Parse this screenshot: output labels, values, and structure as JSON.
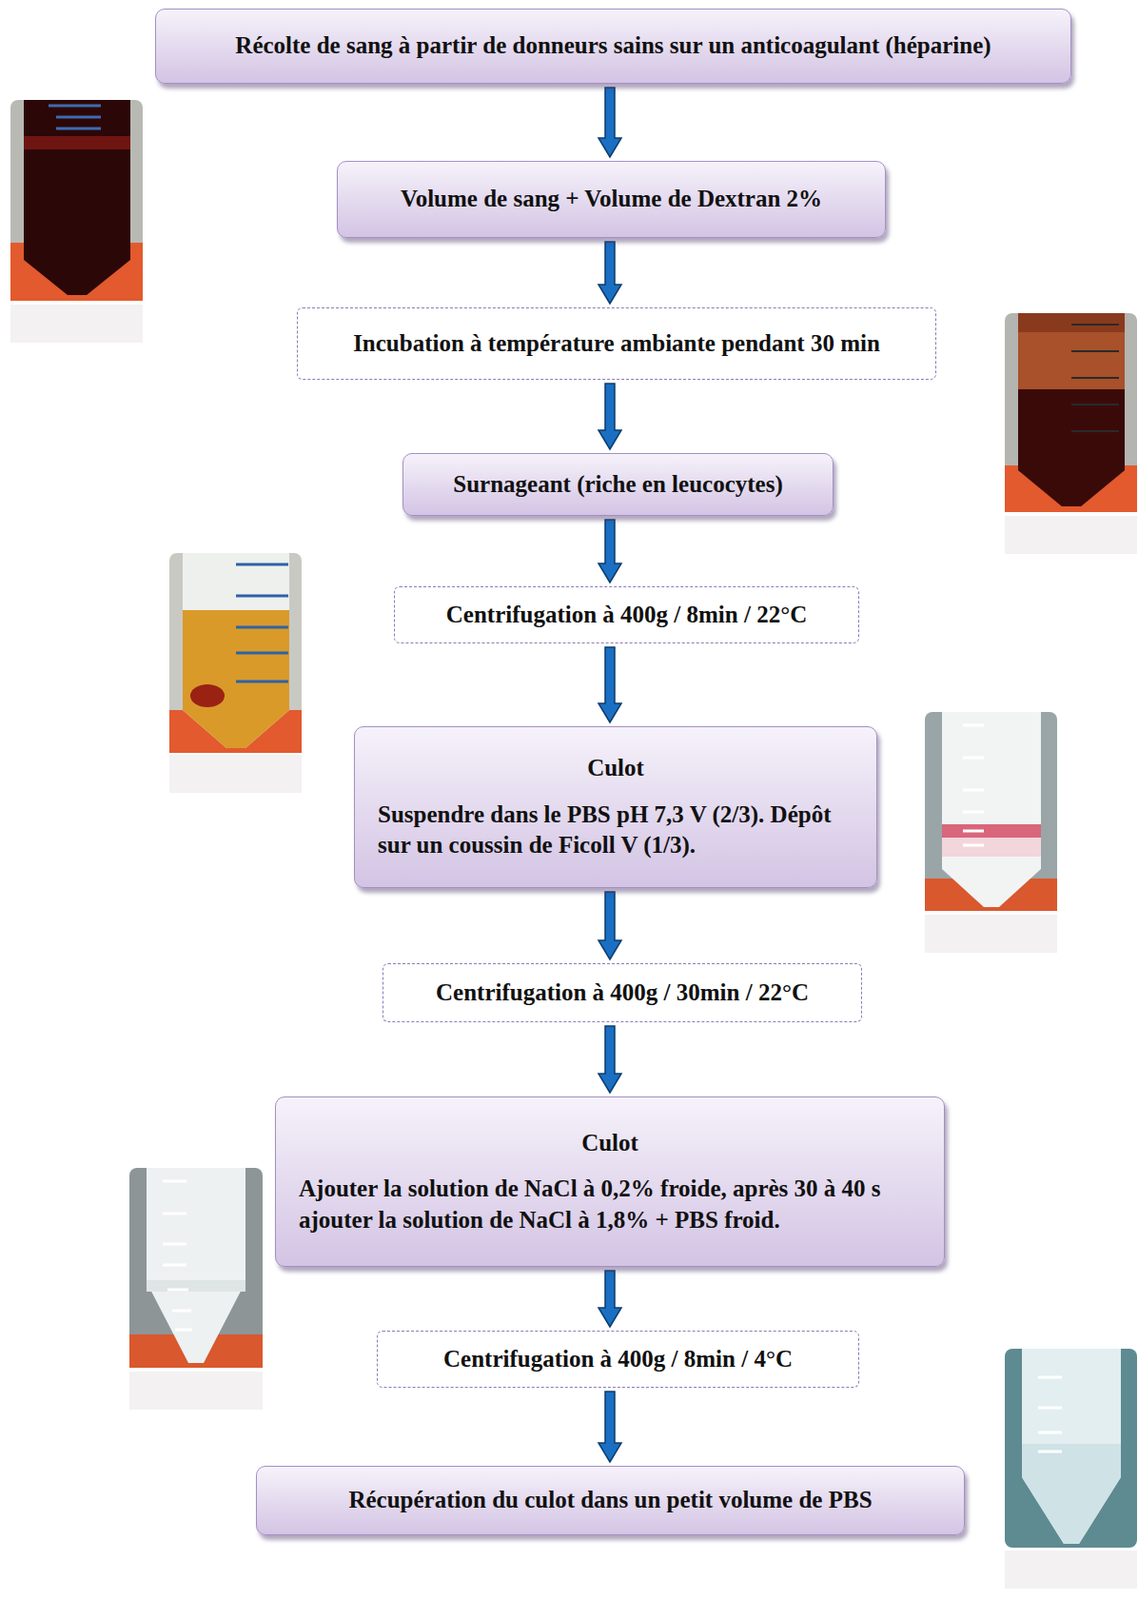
{
  "diagram": {
    "nodes": [
      {
        "text": [
          "Récolte de sang à partir de donneurs sains sur un anticoagulant (héparine)"
        ]
      },
      {
        "text": [
          "Volume de sang + Volume de Dextran 2%"
        ]
      },
      {
        "text": [
          "Incubation à température ambiante pendant 30 min"
        ]
      },
      {
        "text": [
          "Surnageant (riche en leucocytes)"
        ]
      },
      {
        "text": [
          "Centrifugation à 400g / 8min / 22°C"
        ]
      },
      {
        "text": [
          "Culot",
          "Suspendre dans le PBS pH 7,3 V (2/3). Dépôt sur un coussin de Ficoll V (1/3)."
        ]
      },
      {
        "text": [
          "Centrifugation à 400g / 30min / 22°C"
        ]
      },
      {
        "text": [
          "Culot",
          "Ajouter la solution de NaCl à 0,2% froide, après 30 à 40 s ajouter la solution de NaCl à 1,8% + PBS froid."
        ]
      },
      {
        "text": [
          "Centrifugation à 400g / 8min / 4°C"
        ]
      },
      {
        "text": [
          "Récupération du culot dans un petit volume de PBS"
        ]
      }
    ],
    "edges": [
      {
        "from": 0,
        "to": 1,
        "arrow": "to"
      },
      {
        "from": 1,
        "to": 2,
        "arrow": "to"
      },
      {
        "from": 2,
        "to": 3,
        "arrow": "to"
      },
      {
        "from": 3,
        "to": 4,
        "arrow": "to"
      },
      {
        "from": 4,
        "to": 5,
        "arrow": "to"
      },
      {
        "from": 5,
        "to": 6,
        "arrow": "to"
      },
      {
        "from": 6,
        "to": 7,
        "arrow": "to"
      },
      {
        "from": 7,
        "to": 8,
        "arrow": "to"
      },
      {
        "from": 8,
        "to": 9,
        "arrow": "to"
      }
    ]
  }
}
